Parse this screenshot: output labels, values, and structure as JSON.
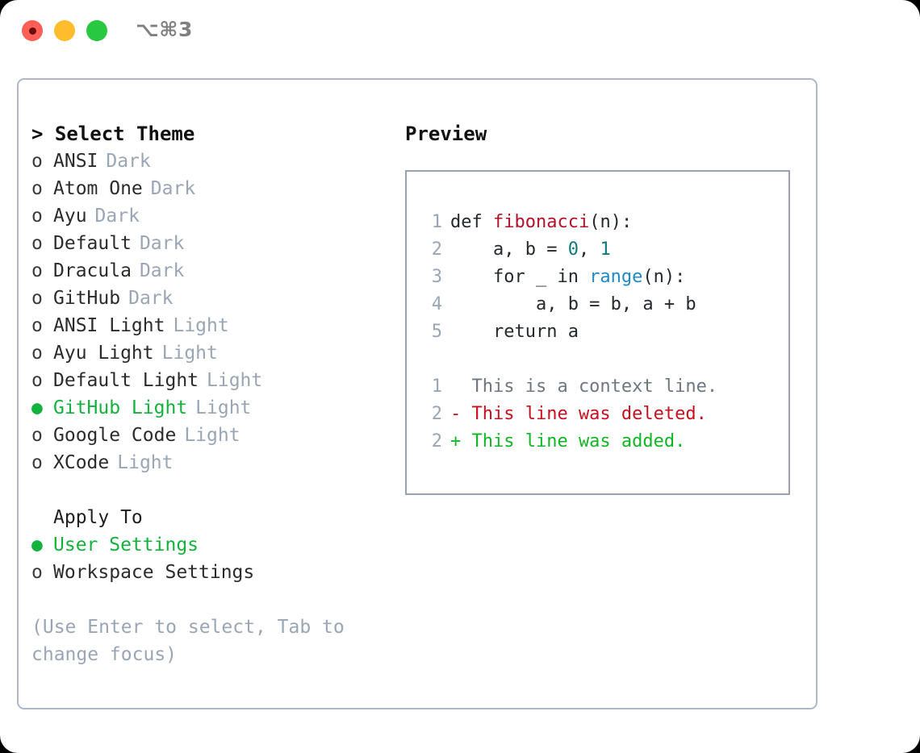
{
  "titlebar": {
    "lights": [
      {
        "name": "close-button",
        "color": "#ff5f57"
      },
      {
        "name": "minimize-button",
        "color": "#ffbd2e"
      },
      {
        "name": "maximize-button",
        "color": "#28c840"
      }
    ],
    "shortcut": "⌥⌘3"
  },
  "theme_picker": {
    "header": "> Select Theme",
    "marker_unselected": "o",
    "marker_selected": "●",
    "accent_color": "#14b23c",
    "items": [
      {
        "name": "ANSI",
        "variant": "Dark",
        "selected": false
      },
      {
        "name": "Atom One",
        "variant": "Dark",
        "selected": false
      },
      {
        "name": "Ayu",
        "variant": "Dark",
        "selected": false
      },
      {
        "name": "Default",
        "variant": "Dark",
        "selected": false
      },
      {
        "name": "Dracula",
        "variant": "Dark",
        "selected": false
      },
      {
        "name": "GitHub",
        "variant": "Dark",
        "selected": false
      },
      {
        "name": "ANSI Light",
        "variant": "Light",
        "selected": false
      },
      {
        "name": "Ayu Light",
        "variant": "Light",
        "selected": false
      },
      {
        "name": "Default Light",
        "variant": "Light",
        "selected": false
      },
      {
        "name": "GitHub Light",
        "variant": "Light",
        "selected": true
      },
      {
        "name": "Google Code",
        "variant": "Light",
        "selected": false
      },
      {
        "name": "XCode",
        "variant": "Light",
        "selected": false
      }
    ]
  },
  "apply_to": {
    "header": "Apply To",
    "items": [
      {
        "name": "User Settings",
        "selected": true
      },
      {
        "name": "Workspace Settings",
        "selected": false
      }
    ]
  },
  "hint": "(Use Enter to select, Tab to change focus)",
  "preview": {
    "title": "Preview",
    "code_lines": [
      {
        "number": "1",
        "tokens": [
          {
            "text": "def ",
            "kind": "plain"
          },
          {
            "text": "fibonacci",
            "kind": "fn"
          },
          {
            "text": "(n):",
            "kind": "plain"
          }
        ]
      },
      {
        "number": "2",
        "tokens": [
          {
            "text": "    a, b = ",
            "kind": "plain"
          },
          {
            "text": "0",
            "kind": "num"
          },
          {
            "text": ", ",
            "kind": "plain"
          },
          {
            "text": "1",
            "kind": "num"
          }
        ]
      },
      {
        "number": "3",
        "tokens": [
          {
            "text": "    for _ in ",
            "kind": "plain"
          },
          {
            "text": "range",
            "kind": "call"
          },
          {
            "text": "(n):",
            "kind": "plain"
          }
        ]
      },
      {
        "number": "4",
        "tokens": [
          {
            "text": "        a, b = b, a + b",
            "kind": "plain"
          }
        ]
      },
      {
        "number": "5",
        "tokens": [
          {
            "text": "    return a",
            "kind": "plain"
          }
        ]
      }
    ],
    "diff_lines": [
      {
        "number": "1",
        "text": "  This is a context line.",
        "kind": "ctx"
      },
      {
        "number": "2",
        "text": "- This line was deleted.",
        "kind": "del"
      },
      {
        "number": "2",
        "text": "+ This line was added.",
        "kind": "add"
      }
    ]
  }
}
